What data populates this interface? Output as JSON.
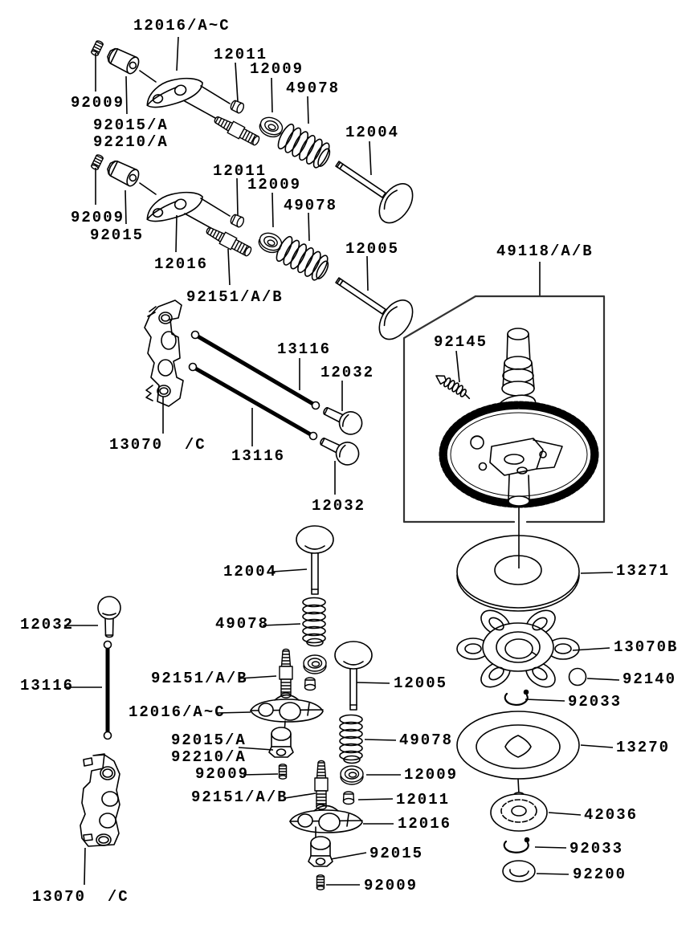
{
  "diagram": {
    "type": "exploded-parts-diagram",
    "subject": "engine valve and camshaft assembly",
    "colors": {
      "background": "#ffffff",
      "line": "#000000"
    },
    "labels": [
      {
        "text": "12016/A~C"
      },
      {
        "text": "12011"
      },
      {
        "text": "12009"
      },
      {
        "text": "49078"
      },
      {
        "text": "92009"
      },
      {
        "text": "92015/A"
      },
      {
        "text": "92210/A"
      },
      {
        "text": "12004"
      },
      {
        "text": "12011"
      },
      {
        "text": "12009"
      },
      {
        "text": "49078"
      },
      {
        "text": "92009"
      },
      {
        "text": "92015"
      },
      {
        "text": "12016"
      },
      {
        "text": "92151/A/B"
      },
      {
        "text": "12005"
      },
      {
        "text": "49118/A/B"
      },
      {
        "text": "92145"
      },
      {
        "text": "13116"
      },
      {
        "text": "12032"
      },
      {
        "text": "13070  /C"
      },
      {
        "text": "13116"
      },
      {
        "text": "12032"
      },
      {
        "text": "12004"
      },
      {
        "text": "49078"
      },
      {
        "text": "12032"
      },
      {
        "text": "13116"
      },
      {
        "text": "92151/A/B"
      },
      {
        "text": "12016/A~C"
      },
      {
        "text": "92015/A"
      },
      {
        "text": "92210/A"
      },
      {
        "text": "92009"
      },
      {
        "text": "92151/A/B"
      },
      {
        "text": "12005"
      },
      {
        "text": "49078"
      },
      {
        "text": "12009"
      },
      {
        "text": "12011"
      },
      {
        "text": "12016"
      },
      {
        "text": "92015"
      },
      {
        "text": "92009"
      },
      {
        "text": "13070  /C"
      },
      {
        "text": "13271"
      },
      {
        "text": "13070B"
      },
      {
        "text": "92140"
      },
      {
        "text": "92033"
      },
      {
        "text": "13270"
      },
      {
        "text": "42036"
      },
      {
        "text": "92033"
      },
      {
        "text": "92200"
      }
    ]
  }
}
